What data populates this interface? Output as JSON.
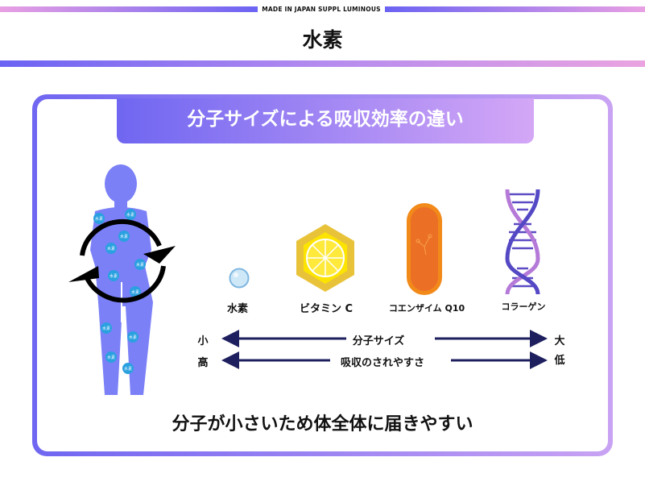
{
  "header": {
    "brand": "MADE IN JAPAN SUPPL LUMINOUS",
    "title": "水素"
  },
  "banner": "分子サイズによる吸収効率の違い",
  "figure": {
    "badge": "水素"
  },
  "molecules": [
    {
      "label": "水素"
    },
    {
      "label": "ビタミン C"
    },
    {
      "label": "コエンザイム Q10"
    },
    {
      "label": "コラーゲン"
    }
  ],
  "scales": [
    {
      "left": "小",
      "center": "分子サイズ",
      "right": "大"
    },
    {
      "left": "高",
      "center": "吸収のされやすさ",
      "right": "低"
    }
  ],
  "conclusion": "分子が小さいため体全体に届きやすい",
  "colors": {
    "accent": "#6b63f3",
    "pink": "#e9a0e3",
    "arrow": "#1e1f5e"
  }
}
